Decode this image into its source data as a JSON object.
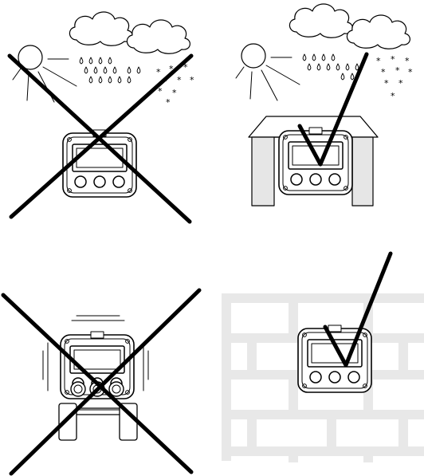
{
  "figure": {
    "colors": {
      "ink": "#000000",
      "brick_mortar": "#e8e8e8",
      "shelter_side": "#e6e6e6",
      "background": "#ffffff"
    },
    "panels": [
      {
        "id": "outdoor-unprotected",
        "verdict": "incorrect",
        "mark_icon": "cross-mark-icon",
        "elements": [
          "sun-icon",
          "cloud-icon",
          "raindrop-icon",
          "snowflake-icon",
          "meter-device-icon"
        ]
      },
      {
        "id": "outdoor-sheltered",
        "verdict": "correct",
        "mark_icon": "check-mark-icon",
        "elements": [
          "sun-icon",
          "cloud-icon",
          "raindrop-icon",
          "snowflake-icon",
          "shelter-icon",
          "meter-device-icon"
        ]
      },
      {
        "id": "vibrating-mount",
        "verdict": "incorrect",
        "mark_icon": "cross-mark-icon",
        "elements": [
          "vibration-lines-icon",
          "meter-device-icon",
          "pipe-bracket-icon"
        ]
      },
      {
        "id": "wall-mount",
        "verdict": "correct",
        "mark_icon": "check-mark-icon",
        "elements": [
          "brick-wall-icon",
          "meter-device-icon"
        ]
      }
    ]
  }
}
